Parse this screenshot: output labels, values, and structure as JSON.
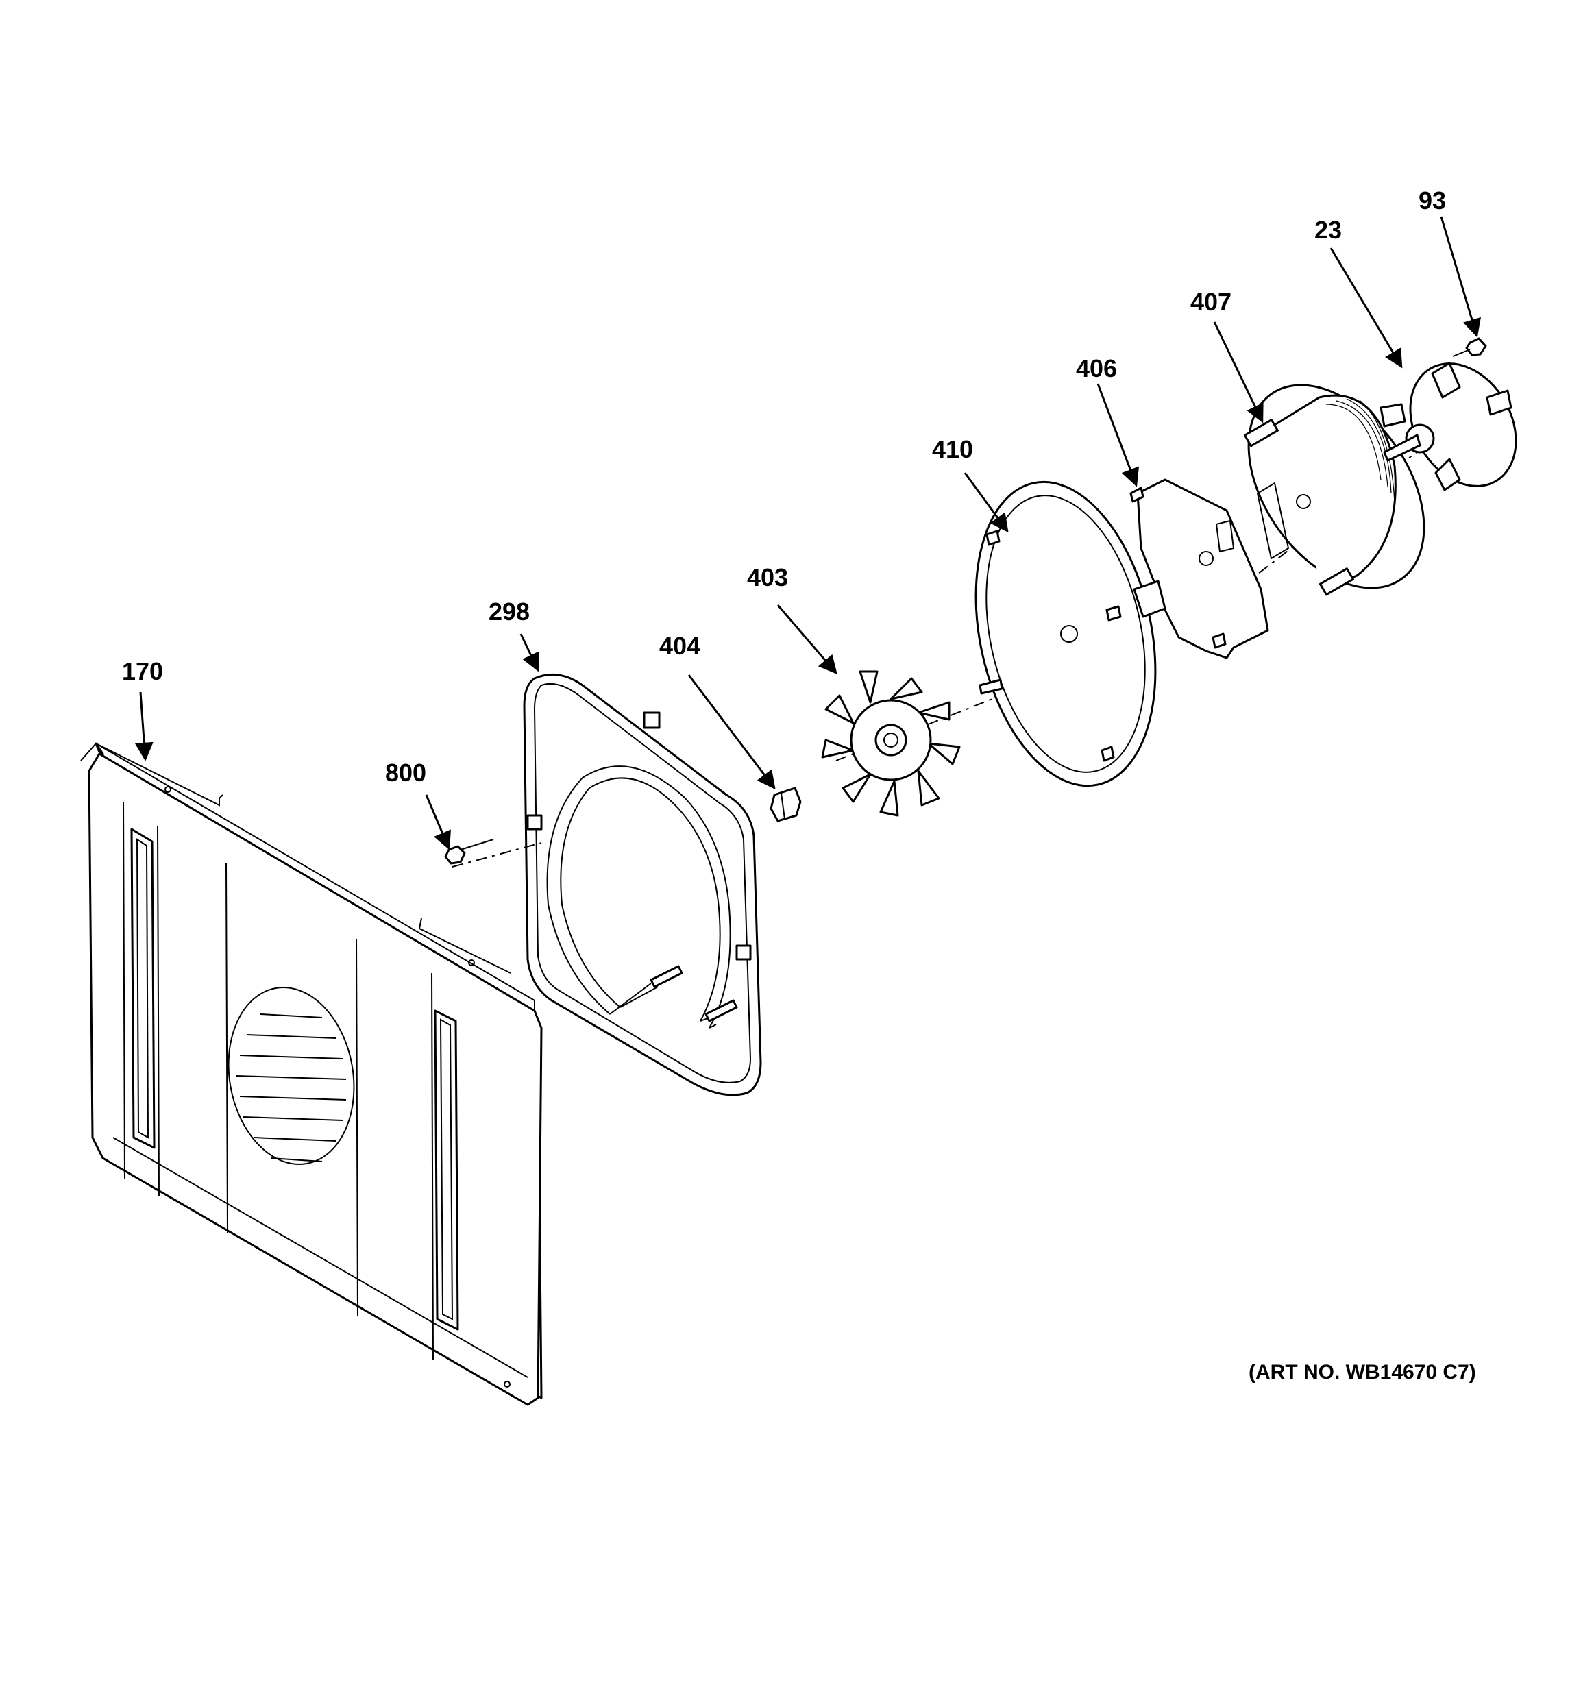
{
  "callouts": [
    {
      "id": "170",
      "label": "170"
    },
    {
      "id": "800",
      "label": "800"
    },
    {
      "id": "298",
      "label": "298"
    },
    {
      "id": "404",
      "label": "404"
    },
    {
      "id": "403",
      "label": "403"
    },
    {
      "id": "410",
      "label": "410"
    },
    {
      "id": "406",
      "label": "406"
    },
    {
      "id": "407",
      "label": "407"
    },
    {
      "id": "23",
      "label": "23"
    },
    {
      "id": "93",
      "label": "93"
    }
  ],
  "art_number": "(ART NO. WB14670 C7)"
}
